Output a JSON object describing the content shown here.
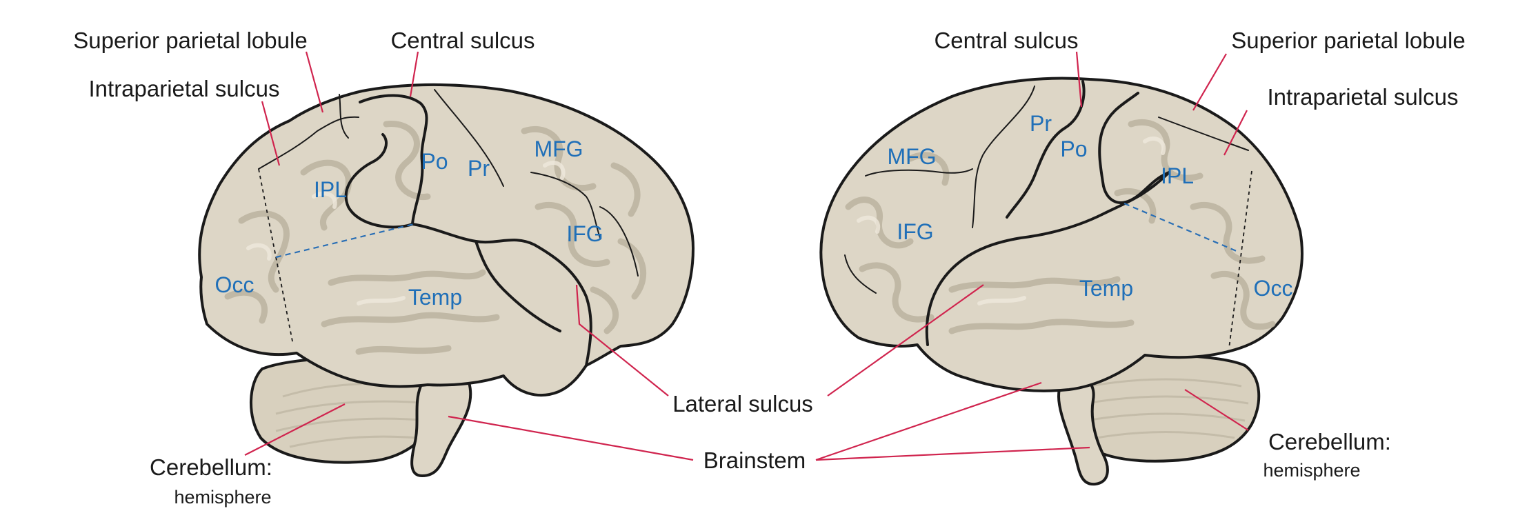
{
  "labels": {
    "superior_parietal_lobule": "Superior parietal lobule",
    "intraparietal_sulcus": "Intraparietal sulcus",
    "central_sulcus": "Central sulcus",
    "lateral_sulcus": "Lateral sulcus",
    "brainstem": "Brainstem",
    "cerebellum": "Cerebellum:",
    "hemisphere": "hemisphere"
  },
  "regions": {
    "po": "Po",
    "pr": "Pr",
    "mfg": "MFG",
    "ifg": "IFG",
    "ipl": "IPL",
    "occ": "Occ",
    "temp": "Temp"
  },
  "colors": {
    "leader_lines": "#d0244e",
    "region_labels": "#1f6fb8",
    "brain_tissue": "#ddd6c6"
  }
}
